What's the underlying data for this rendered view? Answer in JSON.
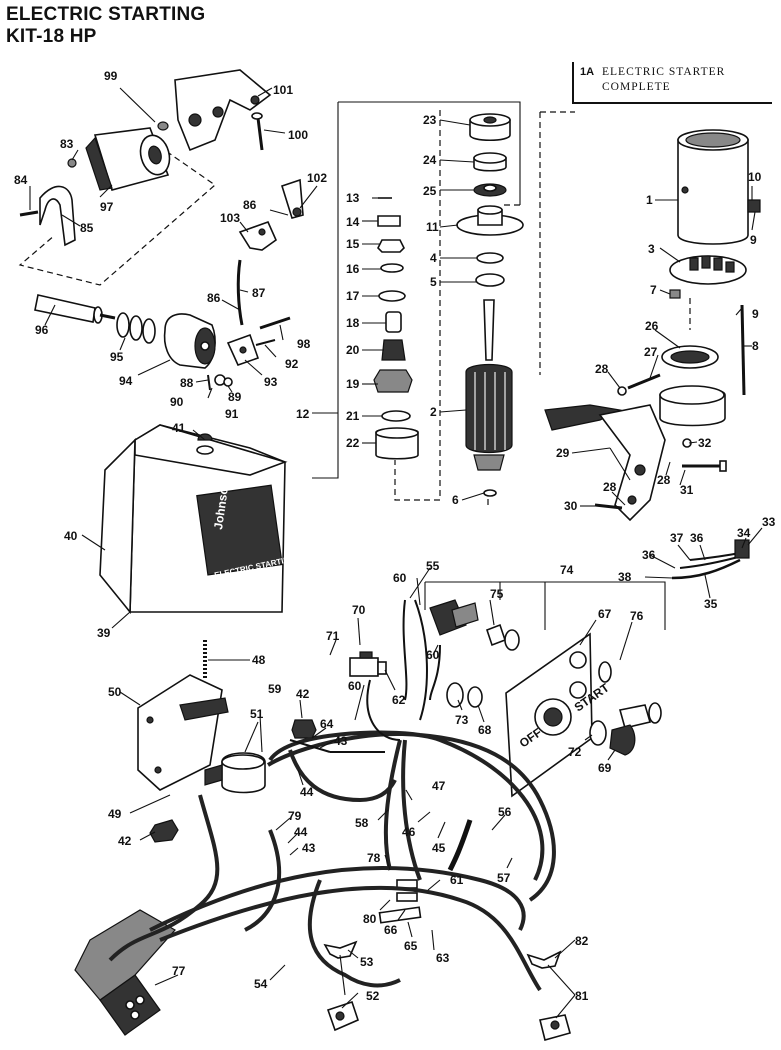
{
  "title": {
    "line1": "ELECTRIC STARTING",
    "line2": "KIT-18 HP"
  },
  "callout": {
    "code": "1A",
    "line1": "ELECTRIC STARTER",
    "line2": "COMPLETE"
  },
  "box_brand": {
    "name": "Johnson",
    "text": "ELECTRIC STARTING"
  },
  "panel_marks": {
    "off": "OFF",
    "start": "START"
  },
  "part_numbers": {
    "p1": "1",
    "p2": "2",
    "p3": "3",
    "p4": "4",
    "p5": "5",
    "p6": "6",
    "p7": "7",
    "p8": "8",
    "p9a": "9",
    "p9b": "9",
    "p10": "10",
    "p11": "11",
    "p12": "12",
    "p13": "13",
    "p14": "14",
    "p15": "15",
    "p16": "16",
    "p17": "17",
    "p18": "18",
    "p19": "19",
    "p20": "20",
    "p21": "21",
    "p22": "22",
    "p23": "23",
    "p24": "24",
    "p25": "25",
    "p26": "26",
    "p27": "27",
    "p28a": "28",
    "p28b": "28",
    "p28c": "28",
    "p29": "29",
    "p30": "30",
    "p31": "31",
    "p32": "32",
    "p33": "33",
    "p34": "34",
    "p35": "35",
    "p36a": "36",
    "p36b": "36",
    "p37": "37",
    "p38": "38",
    "p39": "39",
    "p40": "40",
    "p41": "41",
    "p42a": "42",
    "p42b": "42",
    "p43a": "43",
    "p43b": "43",
    "p44a": "44",
    "p44b": "44",
    "p45": "45",
    "p46": "46",
    "p47": "47",
    "p48": "48",
    "p49": "49",
    "p50": "50",
    "p51": "51",
    "p52": "52",
    "p53": "53",
    "p54": "54",
    "p55": "55",
    "p56": "56",
    "p57": "57",
    "p58": "58",
    "p59": "59",
    "p60a": "60",
    "p60b": "60",
    "p60c": "60",
    "p61": "61",
    "p62": "62",
    "p63": "63",
    "p64": "64",
    "p65": "65",
    "p66": "66",
    "p67": "67",
    "p68": "68",
    "p69": "69",
    "p70": "70",
    "p71": "71",
    "p72": "72",
    "p73": "73",
    "p74": "74",
    "p75": "75",
    "p76": "76",
    "p77": "77",
    "p78": "78",
    "p79": "79",
    "p80": "80",
    "p81": "81",
    "p82": "82",
    "p83": "83",
    "p84": "84",
    "p85": "85",
    "p86a": "86",
    "p86b": "86",
    "p87": "87",
    "p88": "88",
    "p89": "89",
    "p90": "90",
    "p91": "91",
    "p92": "92",
    "p93": "93",
    "p94": "94",
    "p95": "95",
    "p96": "96",
    "p97": "97",
    "p98": "98",
    "p99": "99",
    "p100": "100",
    "p101": "101",
    "p102": "102",
    "p103": "103"
  }
}
